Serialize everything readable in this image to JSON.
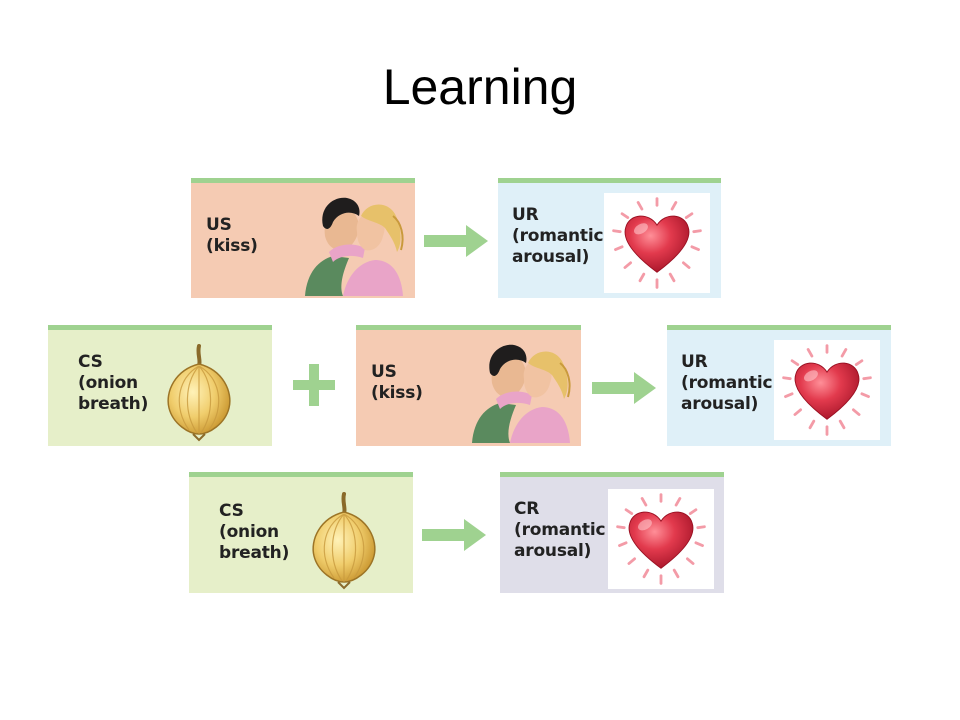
{
  "title": "Learning",
  "rows": [
    {
      "stimulus": {
        "code": "US",
        "desc": "(kiss)"
      },
      "response": {
        "code": "UR",
        "desc_line1": "(romantic",
        "desc_line2": "arousal)"
      }
    },
    {
      "cs": {
        "code": "CS",
        "desc_line1": "(onion",
        "desc_line2": "breath)"
      },
      "us": {
        "code": "US",
        "desc": "(kiss)"
      },
      "response": {
        "code": "UR",
        "desc_line1": "(romantic",
        "desc_line2": "arousal)"
      }
    },
    {
      "stimulus": {
        "code": "CS",
        "desc_line1": "(onion",
        "desc_line2": "breath)"
      },
      "response": {
        "code": "CR",
        "desc_line1": "(romantic",
        "desc_line2": "arousal)"
      }
    }
  ],
  "colors": {
    "peach": "#f5cbb3",
    "light_blue": "#dff0f8",
    "light_green": "#e6efc9",
    "lavender": "#dfdee9",
    "arrow_green": "#9fd290",
    "heart_red": "#d8283c"
  },
  "icons": [
    "kissing-couple-illustration",
    "heart-icon",
    "onion-illustration",
    "right-arrow-icon",
    "plus-icon"
  ]
}
